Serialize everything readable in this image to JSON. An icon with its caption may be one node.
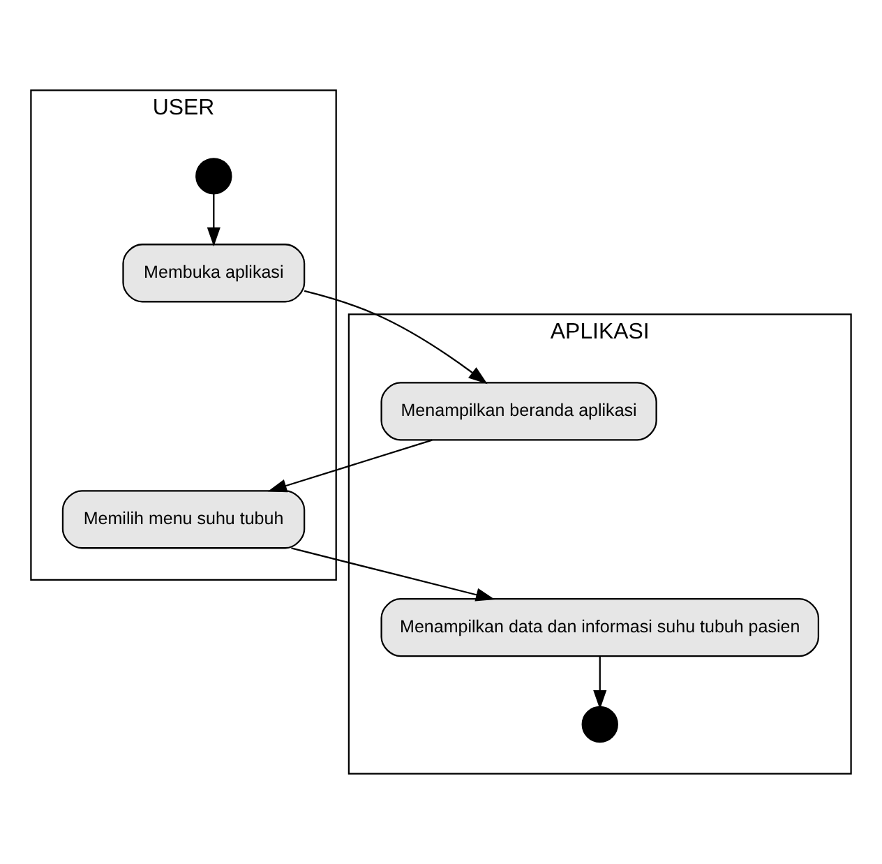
{
  "diagram": {
    "nodes": [
      {
        "text": [
          "USER"
        ]
      },
      {
        "text": [
          "APLIKASI"
        ]
      },
      {
        "text": [],
        "shape": "circle",
        "in": 0
      },
      {
        "text": [
          "Membuka aplikasi"
        ],
        "in": 0
      },
      {
        "text": [
          "Menampilkan beranda aplikasi"
        ],
        "in": 1
      },
      {
        "text": [
          "Memilih menu suhu tubuh"
        ],
        "in": 0
      },
      {
        "text": [
          "Menampilkan data dan informasi suhu tubuh pasien"
        ],
        "in": 1
      },
      {
        "text": [],
        "shape": "circle",
        "in": 1
      }
    ],
    "edges": [
      {
        "from": 2,
        "to": 3,
        "arrow": "to"
      },
      {
        "from": 3,
        "to": 4,
        "arrow": "to"
      },
      {
        "from": 4,
        "to": 5,
        "arrow": "to"
      },
      {
        "from": 5,
        "to": 6,
        "arrow": "to"
      },
      {
        "from": 6,
        "to": 7,
        "arrow": "to"
      }
    ]
  }
}
